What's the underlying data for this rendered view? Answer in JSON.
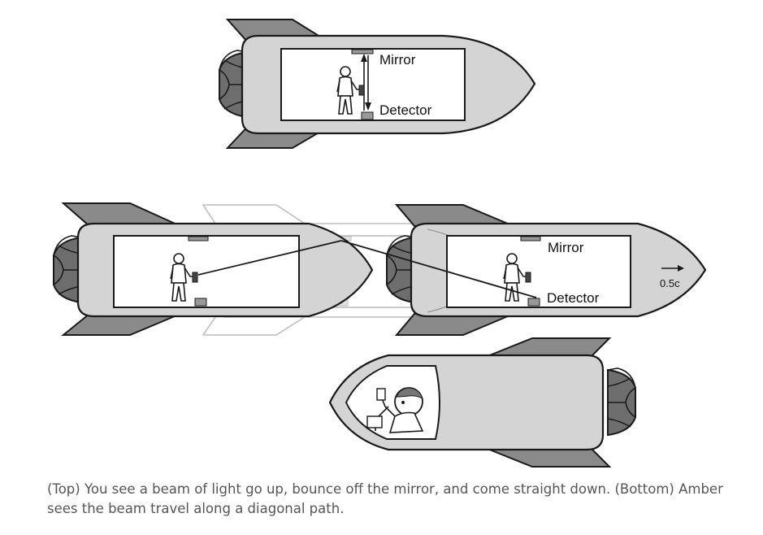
{
  "labels": {
    "mirror": "Mirror",
    "detector": "Detector",
    "speed": "0.5c"
  },
  "caption": "(Top) You see a beam of light go up, bounce off the mirror, and come straight down. (Bottom) Amber sees the beam travel along a diagonal path.",
  "colors": {
    "hull": "#d4d4d4",
    "fin": "#8a8a8a",
    "nozzle": "#6e6e6e",
    "outline": "#1a1a1a",
    "ghost": "#b5b5b5"
  }
}
